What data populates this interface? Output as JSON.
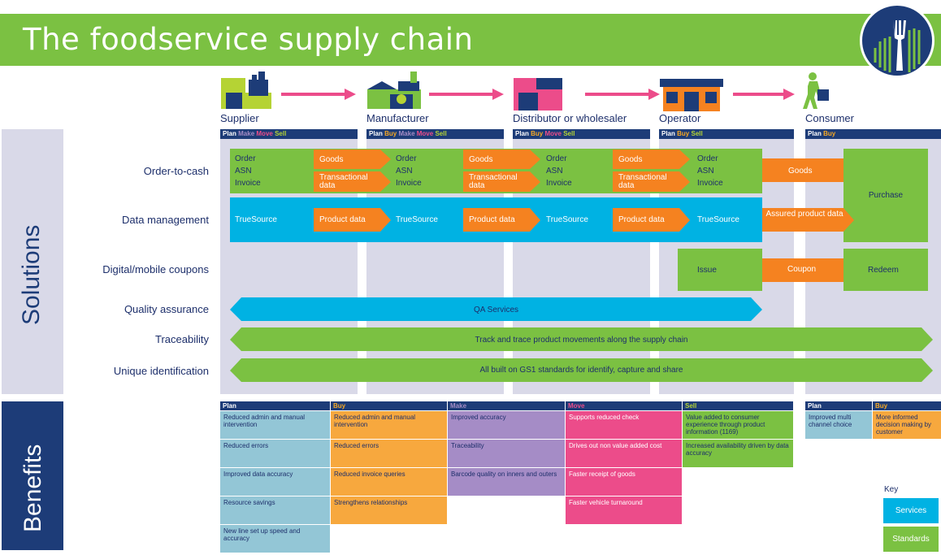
{
  "title": "The foodservice supply chain",
  "stages": [
    {
      "name": "Supplier",
      "processes": [
        "Plan",
        "Make",
        "Move",
        "Sell"
      ]
    },
    {
      "name": "Manufacturer",
      "processes": [
        "Plan",
        "Buy",
        "Make",
        "Move",
        "Sell"
      ]
    },
    {
      "name": "Distributor or wholesaler",
      "processes": [
        "Plan",
        "Buy",
        "Move",
        "Sell"
      ]
    },
    {
      "name": "Operator",
      "processes": [
        "Plan",
        "Buy",
        "Sell"
      ]
    },
    {
      "name": "Consumer",
      "processes": [
        "Plan",
        "Buy"
      ]
    }
  ],
  "process_colors": {
    "Plan": "#ffffff",
    "Buy": "#f7a823",
    "Make": "#a58cc6",
    "Move": "#ec4c8a",
    "Sell": "#b5d334"
  },
  "sections": {
    "solutions": "Solutions",
    "benefits": "Benefits"
  },
  "rows": {
    "order_to_cash": "Order-to-cash",
    "data_management": "Data management",
    "coupons": "Digital/mobile coupons",
    "quality": "Quality assurance",
    "traceability": "Traceability",
    "unique_id": "Unique identification"
  },
  "order_block": [
    "Order",
    "ASN",
    "Invoice"
  ],
  "flows": {
    "goods": "Goods",
    "transactional_data": "Transactional data",
    "truesource": "TrueSource",
    "product_data": "Product data",
    "assured_product_data": "Assured product data",
    "purchase": "Purchase",
    "issue": "Issue",
    "coupon": "Coupon",
    "redeem": "Redeem",
    "qa_services": "QA Services",
    "track_trace": "Track and trace product movements along the supply chain",
    "gs1": "All built on GS1 standards for identify, capture and share"
  },
  "benefits": {
    "plan": {
      "header": "Plan",
      "items": [
        "Reduced admin and manual intervention",
        "Reduced errors",
        "Improved data accuracy",
        "Resource savings",
        "New line set up speed and accuracy"
      ]
    },
    "buy": {
      "header": "Buy",
      "items": [
        "Reduced admin and manual intervention",
        "Reduced errors",
        "Reduced invoice queries",
        "Strengthens relationships"
      ]
    },
    "make": {
      "header": "Make",
      "items": [
        "Improved accuracy",
        "Traceability",
        "Barcode quality on inners and outers"
      ]
    },
    "move": {
      "header": "Move",
      "items": [
        "Supports reduced check",
        "Drives out non value added cost",
        "Faster receipt of goods",
        "Faster vehicle turnaround"
      ]
    },
    "sell": {
      "header": "Sell",
      "items": [
        "Value added to consumer experience through product information (1169)",
        "Increased availability driven by data accuracy"
      ]
    },
    "consumer_plan": {
      "header": "Plan",
      "items": [
        "Improved multi channel choice"
      ]
    },
    "consumer_buy": {
      "header": "Buy",
      "items": [
        "More informed decision making by customer"
      ]
    }
  },
  "benefit_colors": {
    "plan": "#93c6d6",
    "buy": "#f7a83e",
    "make": "#a58cc6",
    "move": "#ec4c8a",
    "sell": "#7bc142"
  },
  "key": {
    "label": "Key",
    "services": "Services",
    "standards": "Standards"
  }
}
